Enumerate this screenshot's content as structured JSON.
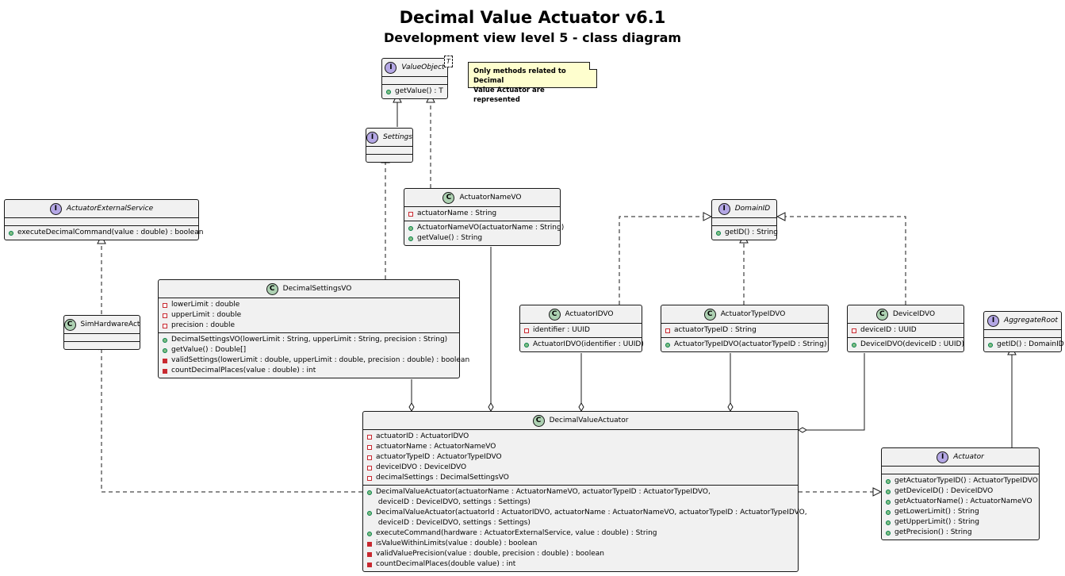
{
  "title": "Decimal Value Actuator v6.1",
  "subtitle": "Development view level 5 - class diagram",
  "note": [
    "Only methods related to Decimal",
    "Value Actuator are represented"
  ],
  "stereotype_letters": {
    "interface": "I",
    "class": "C"
  },
  "colors": {
    "class_fill": "#f1f1f1",
    "interface_circle": "#b4a7e5",
    "class_circle": "#add1b2",
    "note_fill": "#fefece",
    "border": "#181818"
  },
  "classes": {
    "value_object": {
      "name": "ValueObject",
      "kind": "interface",
      "type_param": "T",
      "fields": [],
      "methods": [
        {
          "vis": "public",
          "text": "getValue() : T"
        }
      ]
    },
    "settings": {
      "name": "Settings",
      "kind": "interface",
      "fields": [],
      "methods": []
    },
    "actuator_external_service": {
      "name": "ActuatorExternalService",
      "kind": "interface",
      "fields": [],
      "methods": [
        {
          "vis": "public",
          "text": "executeDecimalCommand(value : double) : boolean"
        }
      ]
    },
    "sim_hardware_act": {
      "name": "SimHardwareAct",
      "kind": "class",
      "fields": [],
      "methods": []
    },
    "actuator_name_vo": {
      "name": "ActuatorNameVO",
      "kind": "class",
      "fields": [
        {
          "vis": "private",
          "text": "actuatorName : String"
        }
      ],
      "methods": [
        {
          "vis": "public",
          "text": "ActuatorNameVO(actuatorName : String)"
        },
        {
          "vis": "public",
          "text": "getValue() : String"
        }
      ]
    },
    "decimal_settings_vo": {
      "name": "DecimalSettingsVO",
      "kind": "class",
      "fields": [
        {
          "vis": "private",
          "text": "lowerLimit : double"
        },
        {
          "vis": "private",
          "text": "upperLimit : double"
        },
        {
          "vis": "private",
          "text": "precision : double"
        }
      ],
      "methods": [
        {
          "vis": "public",
          "text": "DecimalSettingsVO(lowerLimit : String, upperLimit : String, precision : String)"
        },
        {
          "vis": "public",
          "text": "getValue() : Double[]"
        },
        {
          "vis": "private",
          "text": "validSettings(lowerLimit : double, upperLimit : double, precision : double) : boolean"
        },
        {
          "vis": "private",
          "text": "countDecimalPlaces(value : double) : int"
        }
      ]
    },
    "domain_id": {
      "name": "DomainID",
      "kind": "interface",
      "fields": [],
      "methods": [
        {
          "vis": "public",
          "text": "getID() : String"
        }
      ]
    },
    "actuator_id_vo": {
      "name": "ActuatorIDVO",
      "kind": "class",
      "fields": [
        {
          "vis": "private",
          "text": "identifier : UUID"
        }
      ],
      "methods": [
        {
          "vis": "public",
          "text": "ActuatorIDVO(identifier : UUID)"
        }
      ]
    },
    "actuator_type_id_vo": {
      "name": "ActuatorTypeIDVO",
      "kind": "class",
      "fields": [
        {
          "vis": "private",
          "text": "actuatorTypeID : String"
        }
      ],
      "methods": [
        {
          "vis": "public",
          "text": "ActuatorTypeIDVO(actuatorTypeID : String)"
        }
      ]
    },
    "device_id_vo": {
      "name": "DeviceIDVO",
      "kind": "class",
      "fields": [
        {
          "vis": "private",
          "text": "deviceID : UUID"
        }
      ],
      "methods": [
        {
          "vis": "public",
          "text": "DeviceIDVO(deviceID : UUID)"
        }
      ]
    },
    "aggregate_root": {
      "name": "AggregateRoot",
      "kind": "interface",
      "fields": [],
      "methods": [
        {
          "vis": "public",
          "text": "getID() : DomainID"
        }
      ]
    },
    "decimal_value_actuator": {
      "name": "DecimalValueActuator",
      "kind": "class",
      "fields": [
        {
          "vis": "private",
          "text": "actuatorID : ActuatorIDVO"
        },
        {
          "vis": "private",
          "text": "actuatorName : ActuatorNameVO"
        },
        {
          "vis": "private",
          "text": "actuatorTypeID : ActuatorTypeIDVO"
        },
        {
          "vis": "private",
          "text": "deviceIDVO : DeviceIDVO"
        },
        {
          "vis": "private",
          "text": "decimalSettings : DecimalSettingsVO"
        }
      ],
      "methods": [
        {
          "vis": "public",
          "text": "DecimalValueActuator(actuatorName : ActuatorNameVO, actuatorTypeID : ActuatorTypeIDVO,\n deviceID : DeviceIDVO, settings : Settings)"
        },
        {
          "vis": "public",
          "text": "DecimalValueActuator(actuatorId : ActuatorIDVO, actuatorName : ActuatorNameVO, actuatorTypeID : ActuatorTypeIDVO,\n deviceID : DeviceIDVO, settings : Settings)"
        },
        {
          "vis": "public",
          "text": "executeCommand(hardware : ActuatorExternalService, value : double) : String"
        },
        {
          "vis": "private",
          "text": "isValueWithinLimits(value : double) : boolean"
        },
        {
          "vis": "private",
          "text": "validValuePrecision(value : double, precision : double) : boolean"
        },
        {
          "vis": "private",
          "text": "countDecimalPlaces(double value) : int"
        }
      ]
    },
    "actuator": {
      "name": "Actuator",
      "kind": "interface",
      "fields": [],
      "methods": [
        {
          "vis": "public",
          "text": "getActuatorTypeID() : ActuatorTypeIDVO"
        },
        {
          "vis": "public",
          "text": "getDeviceID() : DeviceIDVO"
        },
        {
          "vis": "public",
          "text": "getActuatorName() : ActuatorNameVO"
        },
        {
          "vis": "public",
          "text": "getLowerLimit() : String"
        },
        {
          "vis": "public",
          "text": "getUpperLimit() : String"
        },
        {
          "vis": "public",
          "text": "getPrecision() : String"
        }
      ]
    }
  }
}
